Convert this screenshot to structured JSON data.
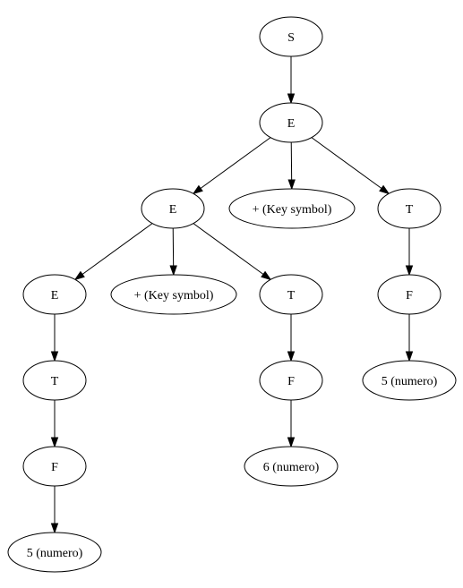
{
  "diagram": {
    "nodes": [
      {
        "id": "n0",
        "label": "S"
      },
      {
        "id": "n1",
        "label": "E"
      },
      {
        "id": "n2",
        "label": "E"
      },
      {
        "id": "n3",
        "label": "+ (Key symbol)"
      },
      {
        "id": "n4",
        "label": "T"
      },
      {
        "id": "n5",
        "label": "E"
      },
      {
        "id": "n6",
        "label": "+ (Key symbol)"
      },
      {
        "id": "n7",
        "label": "T"
      },
      {
        "id": "n8",
        "label": "F"
      },
      {
        "id": "n9",
        "label": "T"
      },
      {
        "id": "n10",
        "label": "F"
      },
      {
        "id": "n11",
        "label": "5 (numero)"
      },
      {
        "id": "n12",
        "label": "F"
      },
      {
        "id": "n13",
        "label": "6 (numero)"
      },
      {
        "id": "n14",
        "label": "5 (numero)"
      }
    ],
    "edges": [
      [
        "n0",
        "n1"
      ],
      [
        "n1",
        "n2"
      ],
      [
        "n1",
        "n3"
      ],
      [
        "n1",
        "n4"
      ],
      [
        "n2",
        "n5"
      ],
      [
        "n2",
        "n6"
      ],
      [
        "n2",
        "n7"
      ],
      [
        "n4",
        "n8"
      ],
      [
        "n5",
        "n9"
      ],
      [
        "n7",
        "n10"
      ],
      [
        "n8",
        "n11"
      ],
      [
        "n9",
        "n12"
      ],
      [
        "n10",
        "n13"
      ],
      [
        "n12",
        "n14"
      ]
    ]
  }
}
